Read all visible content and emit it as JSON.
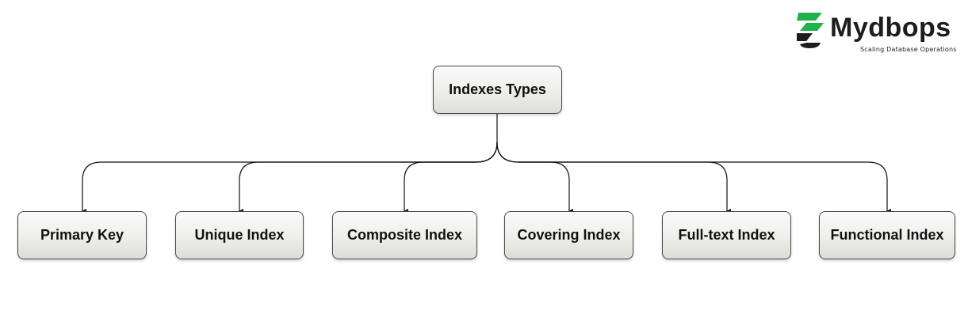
{
  "logo": {
    "name": "Mydbops",
    "tagline": "Scaling Database Operations",
    "colors": {
      "green": "#22b24c",
      "dark": "#1d1d1d"
    }
  },
  "diagram": {
    "root": "Indexes Types",
    "children": [
      "Primary Key",
      "Unique Index",
      "Composite Index",
      "Covering Index",
      "Full-text Index",
      "Functional Index"
    ]
  }
}
